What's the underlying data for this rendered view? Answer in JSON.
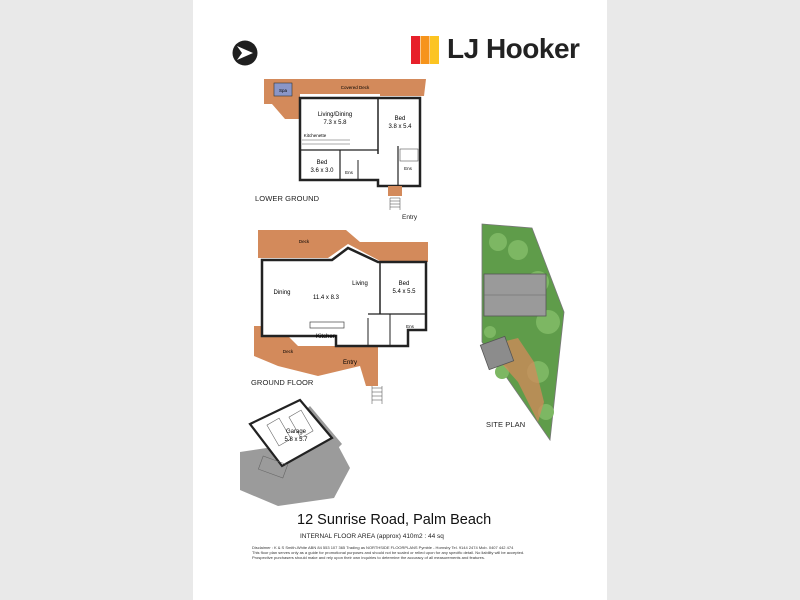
{
  "brand": {
    "name": "LJ Hooker",
    "colors": {
      "accent_red": "#e7202a",
      "accent_orange": "#f6941c",
      "accent_yellow": "#fcc422"
    }
  },
  "compass_icon": "compass-north-icon",
  "floors": {
    "lower_ground": {
      "label": "LOWER GROUND",
      "rooms": {
        "covered_deck": "Covered Deck",
        "spa": "Spa",
        "living_dining": "Living/Dining",
        "living_dining_size": "7.3 x 5.8",
        "bed1": "Bed",
        "bed1_size": "3.8 x 5.4",
        "kitchenette": "Kitchenette",
        "bed2": "Bed",
        "bed2_size": "3.6 x 3.0",
        "ens": "Ens",
        "ens2": "Ens",
        "entry": "Entry"
      }
    },
    "ground": {
      "label": "GROUND FLOOR",
      "rooms": {
        "deck_top": "Deck",
        "dining": "Dining",
        "size": "11.4 x 8.3",
        "living": "Living",
        "bed": "Bed",
        "bed_size": "5.4 x 5.5",
        "kitchen": "Kitchen",
        "ens": "Ens",
        "deck_bottom": "Deck",
        "entry": "Entry"
      }
    },
    "garage": {
      "label": "Garage",
      "size": "5.8 x 5.7"
    },
    "site_plan": {
      "label": "SITE PLAN"
    }
  },
  "address": "12 Sunrise Road, Palm Beach",
  "area": "INTERNAL FLOOR AREA (approx) 410m2 : 44 sq",
  "disclaimer": {
    "line1": "Disclaimer : K & S Smith-White  ABN 84 553 107 365  Trading as NORTHSIDE FLOORPLANS Pymble - Hornsby  Tel. 9144 2474  Mob. 0407 442 474",
    "line2": "This floor plan serves only as a guide for promotional purposes and should not be scaled or relied upon for any specific detail.  No liability will be accepted.",
    "line3": "Prospective purchasers should make and rely upon their own inquiries to determine the accuracy of all measurements and features."
  }
}
